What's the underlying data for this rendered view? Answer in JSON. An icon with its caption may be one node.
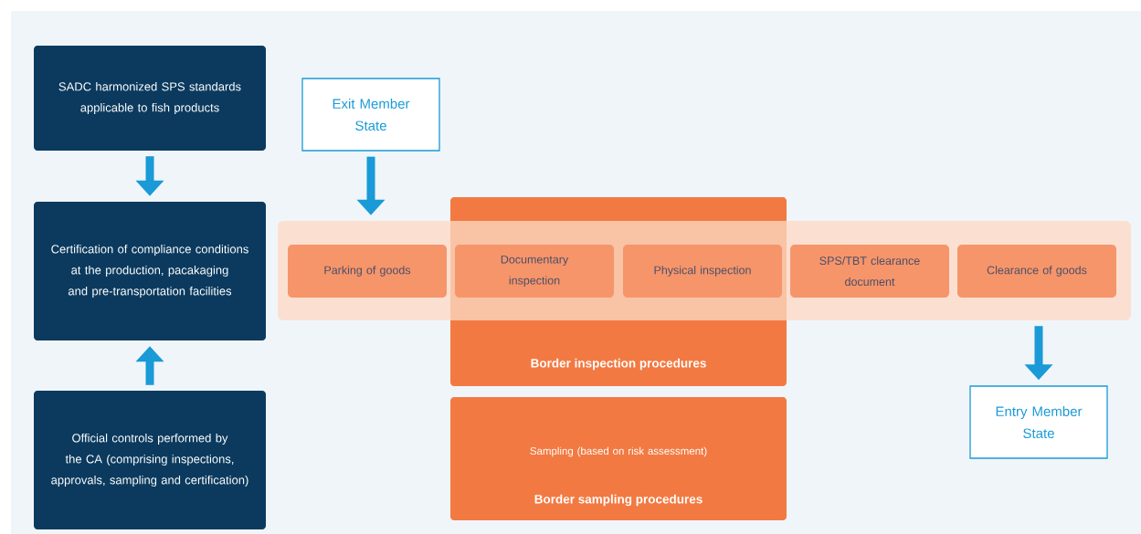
{
  "diagram": {
    "nodes": [
      {
        "text": [
          "SADC harmonized SPS standards applicable to fish products"
        ]
      },
      {
        "text": [
          "Certification of compliance conditions at the production, pacakaging and pre-transportation facilities"
        ]
      },
      {
        "text": [
          "Official controls performed by the CA (comprising inspections, approvals, sampling and certification)"
        ]
      },
      {
        "text": [
          "Exit Member State"
        ]
      },
      {
        "text": [],
        "shape": "box"
      },
      {
        "text": [
          "Border inspection procedures"
        ]
      },
      {
        "text": [
          "Parking of goods"
        ],
        "in": 4
      },
      {
        "text": [
          "Documentary inspection"
        ]
      },
      {
        "text": [
          "Physical inspection"
        ]
      },
      {
        "text": [
          "SPS/TBT clearance document"
        ],
        "in": 4
      },
      {
        "text": [
          "Clearance of goods"
        ],
        "in": 4
      },
      {
        "text": [
          "Sampling (based on risk assessment)",
          "Border sampling procedures"
        ]
      },
      {
        "text": [
          "Entry Member State"
        ]
      }
    ],
    "edges": [
      {
        "from": 0,
        "to": 1,
        "arrow": "to"
      },
      {
        "from": 2,
        "to": 1,
        "arrow": "to"
      },
      {
        "from": 3,
        "to": 4,
        "arrow": "to"
      },
      {
        "from": 4,
        "to": 12,
        "arrow": "to"
      }
    ]
  }
}
